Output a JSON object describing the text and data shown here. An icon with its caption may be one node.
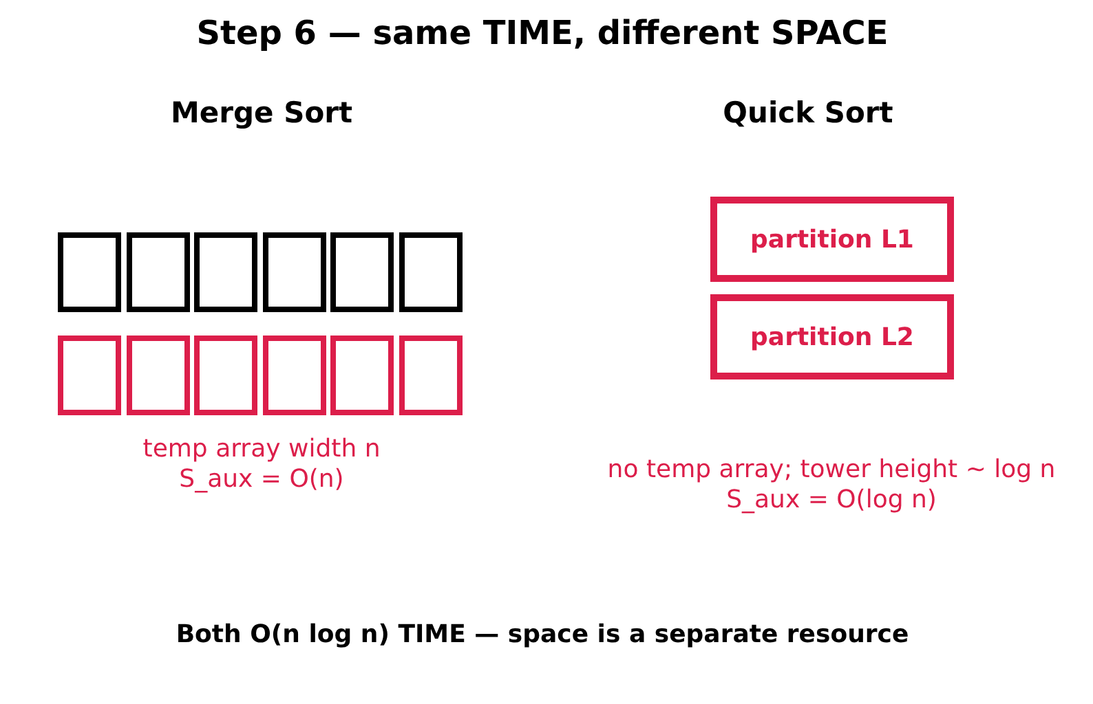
{
  "diagram": {
    "title": "Step 6 — same TIME, different SPACE",
    "nodes": [
      {
        "text": [],
        "shape": "box"
      },
      {
        "text": [],
        "shape": "box"
      },
      {
        "text": [],
        "shape": "box"
      },
      {
        "text": [],
        "shape": "box"
      },
      {
        "text": [],
        "shape": "box"
      },
      {
        "text": [],
        "shape": "box"
      },
      {
        "text": [],
        "shape": "box"
      },
      {
        "text": [],
        "shape": "box"
      },
      {
        "text": [],
        "shape": "box"
      },
      {
        "text": [],
        "shape": "box"
      },
      {
        "text": [],
        "shape": "box"
      },
      {
        "text": [],
        "shape": "box"
      },
      {
        "text": [
          "partition L1"
        ]
      },
      {
        "text": [
          "partition L2"
        ]
      }
    ],
    "labels": [
      "Merge Sort",
      "Quick Sort",
      "temp array width n",
      "S_aux = O(n)",
      "no temp array; tower height ~ log n",
      "S_aux = O(log n)"
    ],
    "caption": "Both O(n log n) TIME — space is a separate resource"
  }
}
